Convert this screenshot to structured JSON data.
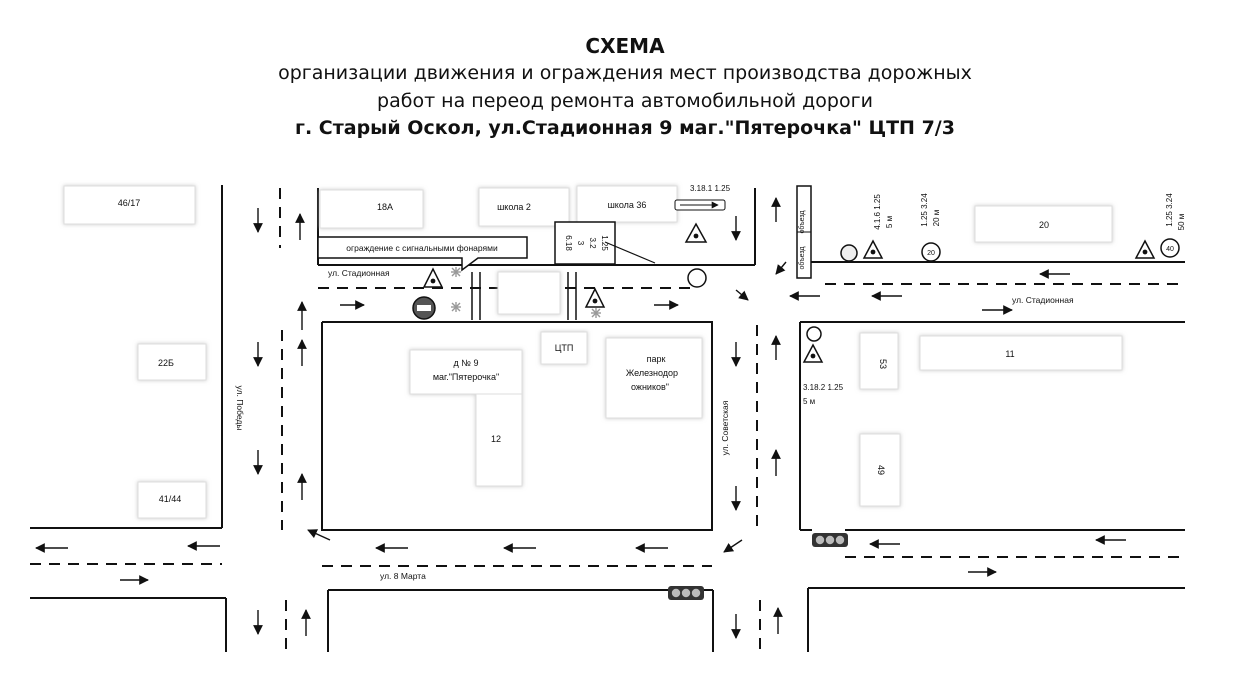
{
  "header": {
    "title": "СХЕМА",
    "line1": "организации движения и ограждения мест производства дорожных",
    "line2": "работ на переод ремонта автомобильной дороги",
    "line3": "г. Старый Оскол, ул.Стадионная 9 маг.\"Пятерочка\" ЦТП 7/3"
  },
  "buildings": {
    "b46_17": "46/17",
    "b18a": "18А",
    "school2": "школа 2",
    "school36": "школа 36",
    "b20": "20",
    "b22b": "22Б",
    "b41_44": "41/44",
    "ctp": "ЦТП",
    "shop_line1": "д № 9",
    "shop_line2": "маг.\"Пятерочка\"",
    "b12": "12",
    "park_line1": "парк",
    "park_line2": "Железнодор",
    "park_line3": "ожников\"",
    "b53": "53",
    "b11": "11",
    "b49": "49"
  },
  "callout": {
    "fence": "ограждение с сигнальными фонарями"
  },
  "streets": {
    "stadionnaya_left": "ул. Стадионная",
    "stadionnaya_right": "ул. Стадионная",
    "pobedy": "ул. Победы",
    "sovetskaya": "ул. Советская",
    "march8": "ул. 8 Марта"
  },
  "signs": {
    "box_c1": "6.18",
    "box_c2": "3",
    "box_c3": "3.2",
    "box_c4": "1.25",
    "top_label": "3.18.1  1.25",
    "detour_top": "объезд",
    "detour_mid": "объезд",
    "v_416_a": "4.1.6 1.25",
    "v_416_b": "5 м",
    "v_125_a": "1.25 3.24",
    "v_125_b": "20 м",
    "v_far_a": "1.25 3.24",
    "v_far_b": "50 м",
    "speed20": "20",
    "speed40": "40",
    "s3182": "3.18.2  1.25",
    "s3182_dist": "5 м"
  }
}
